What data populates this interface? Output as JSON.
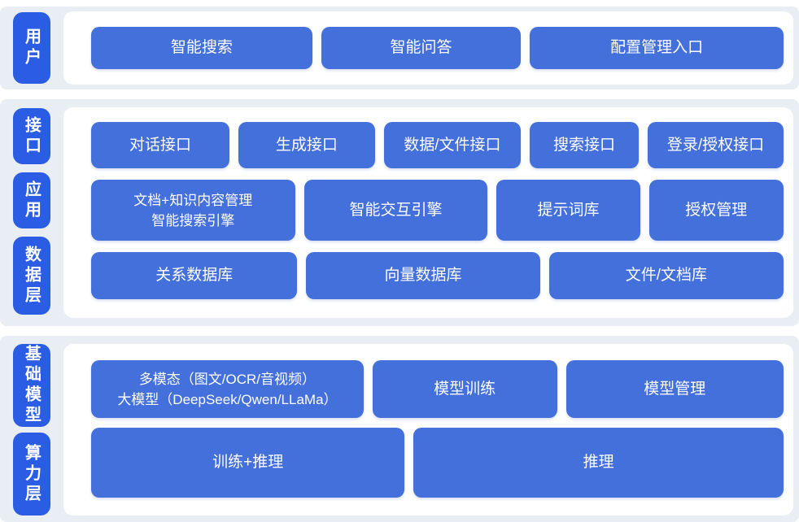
{
  "colors": {
    "section_background": "#e9eef5",
    "panel_background": "#ffffff",
    "layer_label_blue": "#2b5ce4",
    "box_blue": "#4470db",
    "text_white": "#ffffff"
  },
  "sections": [
    {
      "labels": [
        {
          "text": "用户"
        }
      ],
      "rows": [
        {
          "boxes": [
            {
              "text": "智能搜索"
            },
            {
              "text": "智能问答"
            },
            {
              "text": "配置管理入口"
            }
          ]
        }
      ]
    },
    {
      "labels": [
        {
          "text": "接口"
        },
        {
          "text": "应用"
        },
        {
          "text": "数据层"
        }
      ],
      "rows": [
        {
          "boxes": [
            {
              "text": "对话接口"
            },
            {
              "text": "生成接口"
            },
            {
              "text": "数据/文件接口"
            },
            {
              "text": "搜索接口"
            },
            {
              "text": "登录/授权接口"
            }
          ]
        },
        {
          "boxes": [
            {
              "line1": "文档+知识内容管理",
              "line2": "智能搜索引擎"
            },
            {
              "text": "智能交互引擎"
            },
            {
              "text": "提示词库"
            },
            {
              "text": "授权管理"
            }
          ]
        },
        {
          "boxes": [
            {
              "text": "关系数据库"
            },
            {
              "text": "向量数据库"
            },
            {
              "text": "文件/文档库"
            }
          ]
        }
      ]
    },
    {
      "labels": [
        {
          "text": "基础模型"
        },
        {
          "text": "算力层"
        }
      ],
      "rows": [
        {
          "boxes": [
            {
              "line1": "多模态（图文/OCR/音视频）",
              "line2": "大模型（DeepSeek/Qwen/LLaMa）"
            },
            {
              "text": "模型训练"
            },
            {
              "text": "模型管理"
            }
          ]
        },
        {
          "boxes": [
            {
              "text": "训练+推理"
            },
            {
              "text": "推理"
            }
          ]
        }
      ]
    }
  ]
}
